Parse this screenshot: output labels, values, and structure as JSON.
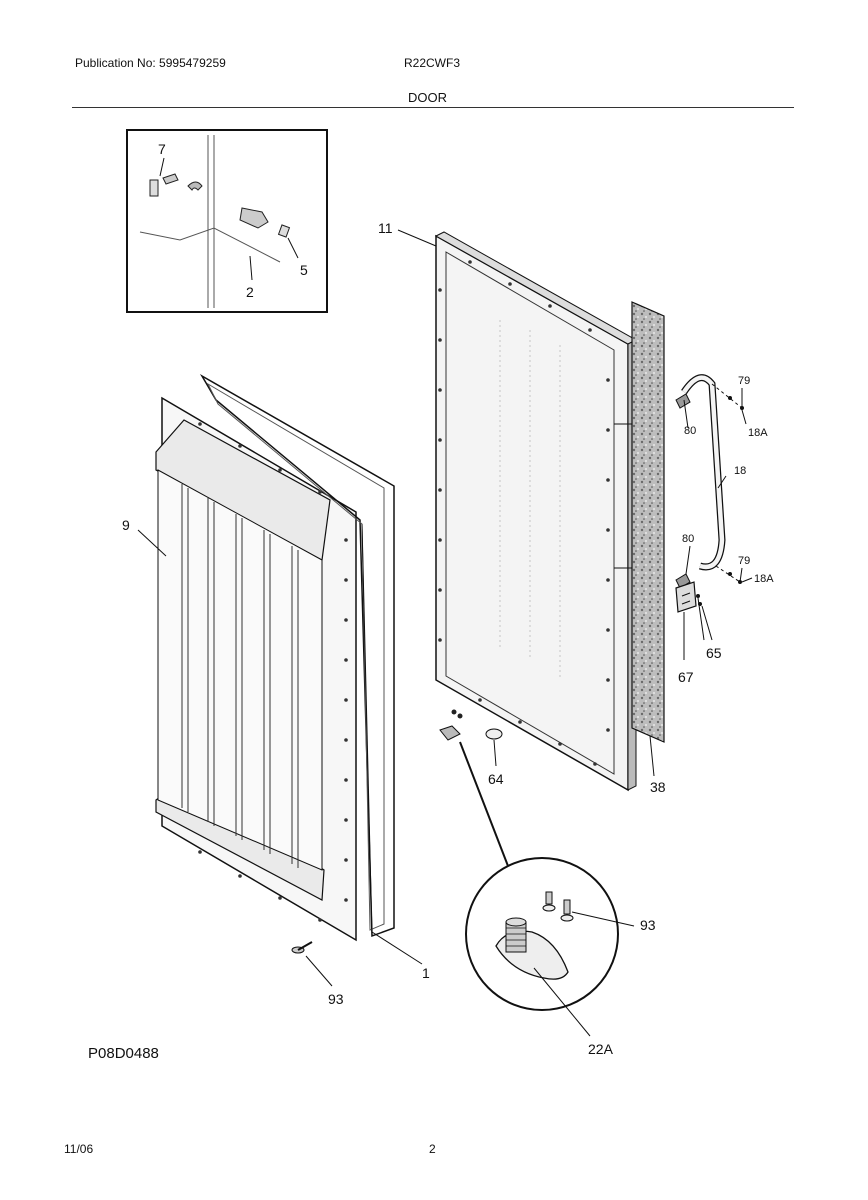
{
  "header": {
    "publication": "Publication No: 5995479259",
    "model": "R22CWF3",
    "section": "DOOR"
  },
  "diagram": {
    "code": "P08D0488",
    "callouts": {
      "c7": "7",
      "c5": "5",
      "c2": "2",
      "c11": "11",
      "c9": "9",
      "c79a": "79",
      "c80a": "80",
      "c18a_top": "18A",
      "c18": "18",
      "c80b": "80",
      "c79b": "79",
      "c18a_bot": "18A",
      "c65": "65",
      "c67": "67",
      "c64": "64",
      "c38": "38",
      "c93_right": "93",
      "c1": "1",
      "c93_left": "93",
      "c22a": "22A"
    }
  },
  "footer": {
    "date": "11/06",
    "page": "2"
  }
}
